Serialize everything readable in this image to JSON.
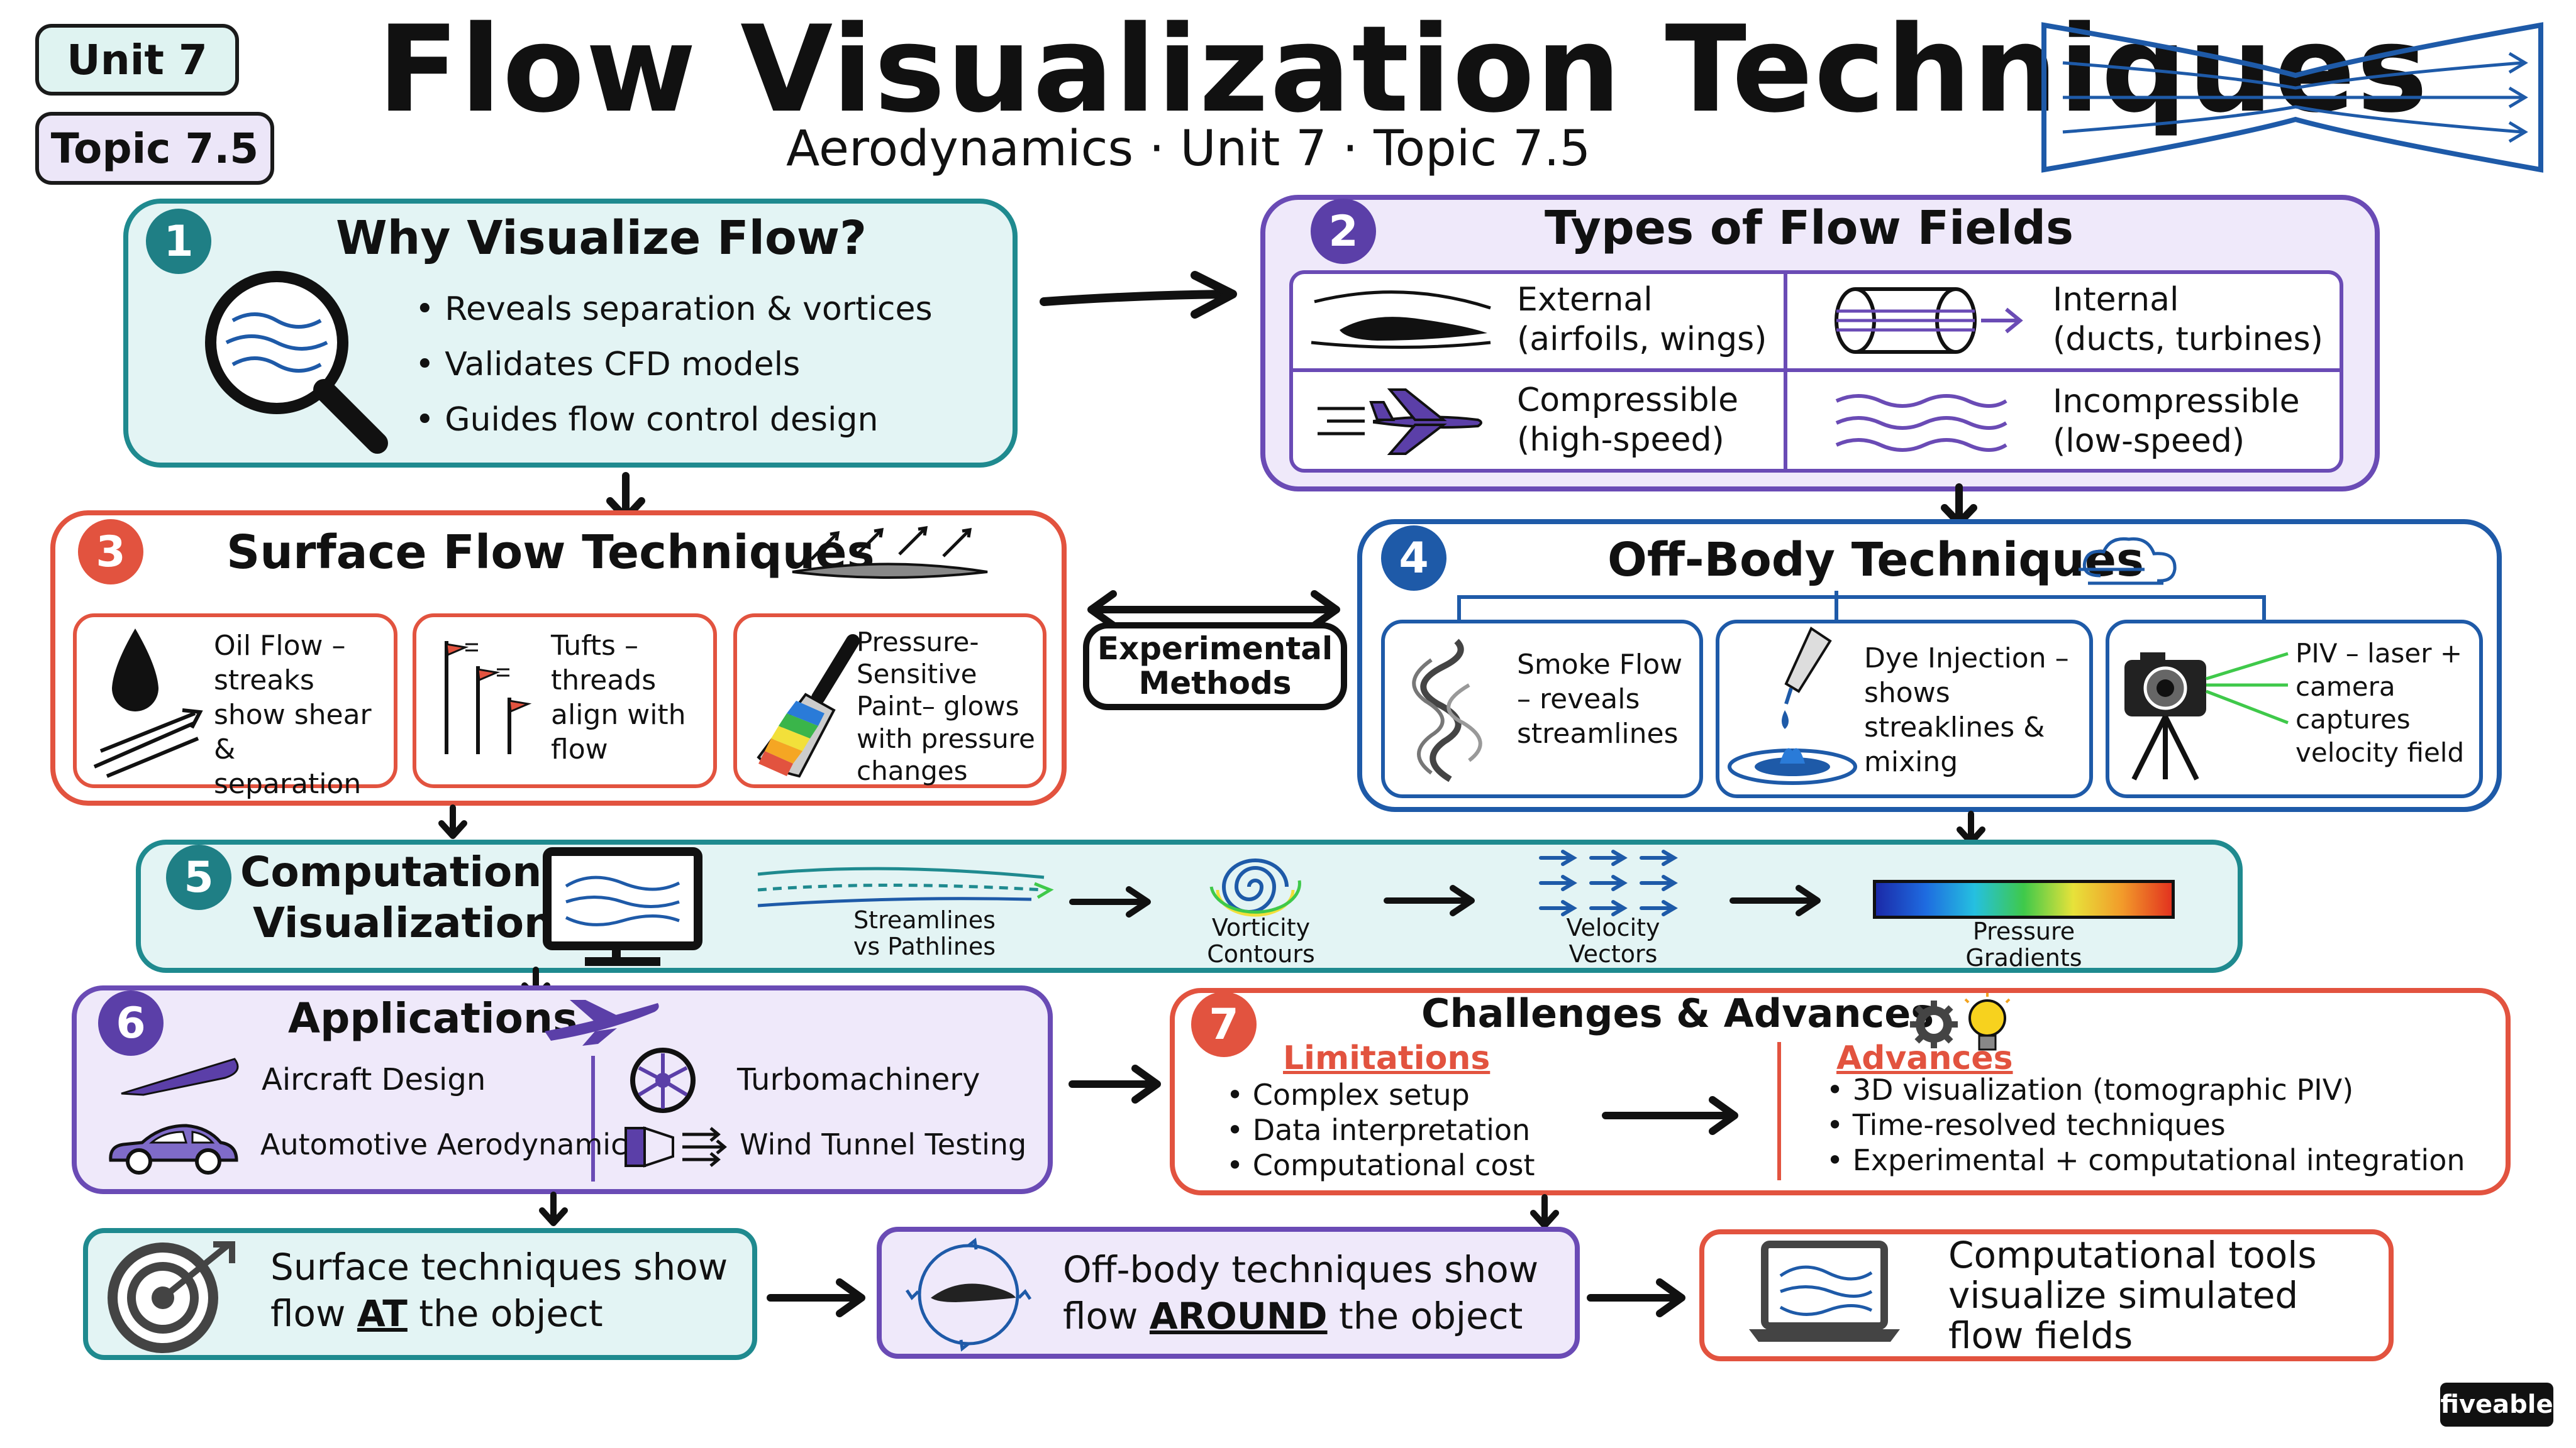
{
  "header": {
    "unit_tag": "Unit 7",
    "topic_tag": "Topic 7.5",
    "title": "Flow Visualization Techniques",
    "subtitle": "Aerodynamics · Unit 7 · Topic 7.5"
  },
  "section1": {
    "number": "1",
    "title": "Why Visualize Flow?",
    "bullets": [
      "Reveals separation & vortices",
      "Validates CFD models",
      "Guides flow control design"
    ]
  },
  "section2": {
    "number": "2",
    "title": "Types of Flow Fields",
    "cells": [
      {
        "line1": "External",
        "line2": "(airfoils, wings)"
      },
      {
        "line1": "Internal",
        "line2": "(ducts, turbines)"
      },
      {
        "line1": "Compressible",
        "line2": "(high-speed)"
      },
      {
        "line1": "Incompressible",
        "line2": "(low-speed)"
      }
    ]
  },
  "section3": {
    "number": "3",
    "title": "Surface Flow Techniques",
    "cards": [
      {
        "text": "Oil Flow – streaks show shear & separation"
      },
      {
        "text": "Tufts – threads align with flow"
      },
      {
        "text": "Pressure-Sensitive Paint– glows with pressure changes"
      }
    ]
  },
  "middle_label": "Experimental Methods",
  "section4": {
    "number": "4",
    "title": "Off-Body Techniques",
    "cards": [
      {
        "text": "Smoke Flow – reveals streamlines"
      },
      {
        "text": "Dye Injection – shows streaklines & mixing"
      },
      {
        "text": "PIV – laser + camera captures velocity field"
      }
    ]
  },
  "section5": {
    "number": "5",
    "title_line1": "Computational",
    "title_line2": "Visualization",
    "steps": [
      {
        "line1": "Streamlines",
        "line2": "vs Pathlines"
      },
      {
        "line1": "Vorticity",
        "line2": "Contours"
      },
      {
        "line1": "Velocity",
        "line2": "Vectors"
      },
      {
        "line1": "Pressure",
        "line2": "Gradients"
      }
    ]
  },
  "section6": {
    "number": "6",
    "title": "Applications",
    "items": [
      "Aircraft Design",
      "Turbomachinery",
      "Automotive Aerodynamics",
      "Wind Tunnel Testing"
    ]
  },
  "section7": {
    "number": "7",
    "title": "Challenges & Advances",
    "limitations_label": "Limitations",
    "limitations": [
      "Complex setup",
      "Data interpretation",
      "Computational cost"
    ],
    "advances_label": "Advances",
    "advances": [
      "3D visualization (tomographic PIV)",
      "Time-resolved techniques",
      "Experimental + computational integration"
    ]
  },
  "summary": {
    "box1_pre": "Surface techniques show",
    "box1_mid": "flow ",
    "box1_em": "AT",
    "box1_post": " the object",
    "box2_pre": "Off-body techniques show",
    "box2_mid": "flow ",
    "box2_em": "AROUND",
    "box2_post": " the object",
    "box3_line1": "Computational tools",
    "box3_line2": "visualize simulated",
    "box3_line3": "flow fields"
  },
  "brand": "fiveable",
  "colors": {
    "teal": "#1f8a8f",
    "purple": "#6a4bb5",
    "red": "#e2533f",
    "blue": "#1e5aa8"
  }
}
